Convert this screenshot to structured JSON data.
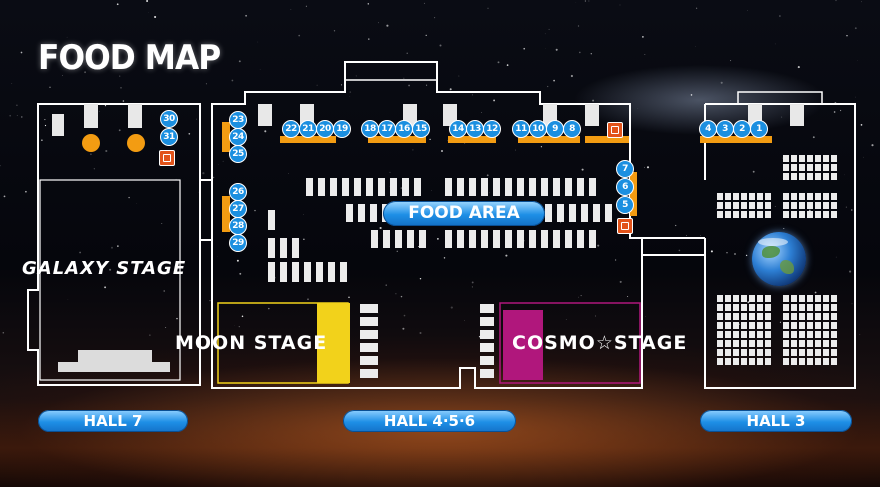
{
  "title": "FOOD MAP",
  "food_area": "FOOD AREA",
  "stages": {
    "galaxy": "GALAXY STAGE",
    "moon": "MOON STAGE",
    "cosmo": "COSMO☆STAGE"
  },
  "halls": {
    "hall7": "HALL 7",
    "hall456": "HALL 4·5·6",
    "hall3": "HALL 3"
  },
  "booths": [
    "1",
    "2",
    "3",
    "4",
    "5",
    "6",
    "7",
    "8",
    "9",
    "10",
    "11",
    "12",
    "13",
    "14",
    "15",
    "16",
    "17",
    "18",
    "19",
    "20",
    "21",
    "22",
    "23",
    "24",
    "25",
    "26",
    "27",
    "28",
    "29",
    "30",
    "31"
  ],
  "colors": {
    "badge": "#1b8fe0",
    "booth_orange": "#f39c12",
    "moon_stage": "#f2d21b",
    "cosmo_stage": "#b0177c",
    "shop_icon": "#e2531a"
  },
  "icons": [
    "shop-icon",
    "earth-icon",
    "stage-icon"
  ]
}
